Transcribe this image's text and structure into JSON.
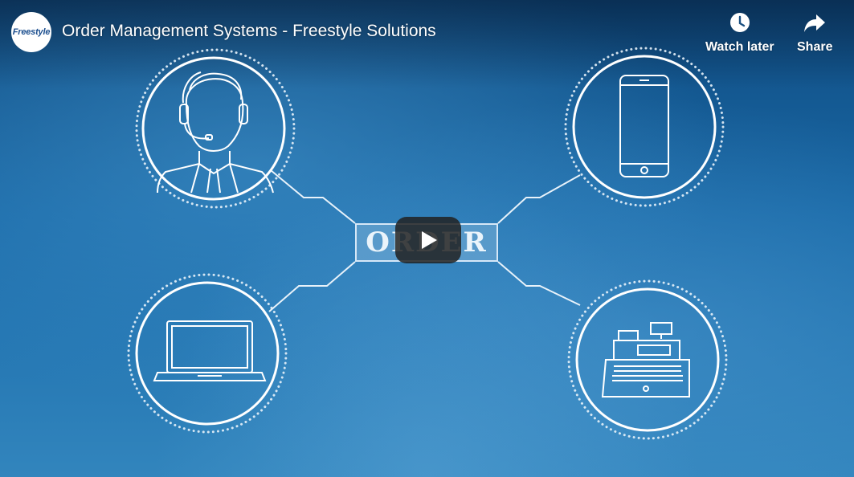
{
  "video": {
    "title": "Order Management Systems - Freestyle Solutions",
    "channel_logo_text": "Freestyle"
  },
  "actions": {
    "watch_later_label": "Watch later",
    "share_label": "Share"
  },
  "center_label": "ORDER",
  "icons": {
    "top_left": "customer-service-agent-icon",
    "top_right": "smartphone-icon",
    "bottom_left": "laptop-icon",
    "bottom_right": "cash-register-icon",
    "play": "play-icon",
    "watch_later": "clock-icon",
    "share": "share-arrow-icon"
  },
  "colors": {
    "background": "#1a6aa8",
    "line": "#e8f2fa",
    "play_button": "#212121"
  }
}
